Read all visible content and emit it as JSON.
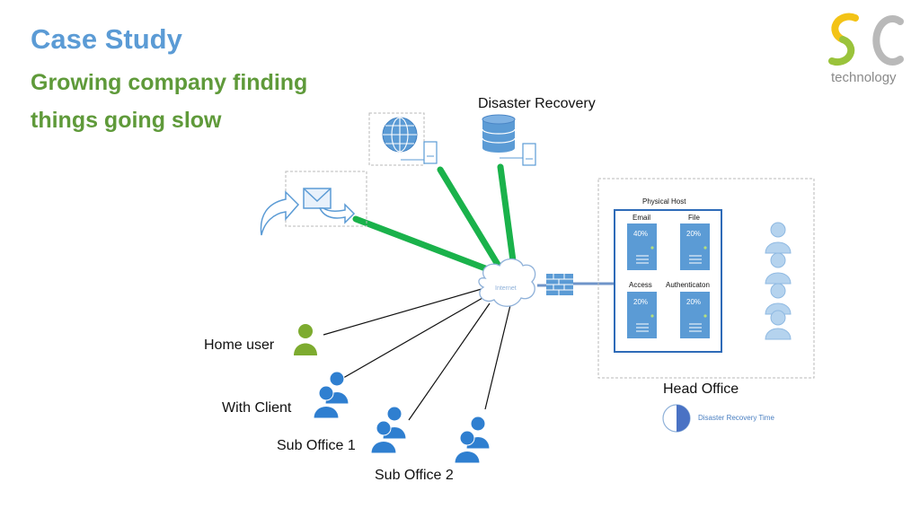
{
  "slide": {
    "title": "Case Study",
    "subtitle_line1": "Growing company finding",
    "subtitle_line2": "things going slow"
  },
  "logo": {
    "letters": "SC",
    "text": "technology",
    "colors": {
      "s_top": "#f3c316",
      "s_bottom": "#9ac33b",
      "c": "#b9b9b9"
    }
  },
  "diagram": {
    "disaster_recovery_label": "Disaster Recovery",
    "internet_label": "Internet",
    "home_user_label": "Home user",
    "with_client_label": "With Client",
    "sub_office_1_label": "Sub Office 1",
    "sub_office_2_label": "Sub Office 2",
    "head_office_label": "Head Office",
    "physical_host_label": "Physical Host",
    "servers": [
      {
        "name": "Email",
        "load": "40%"
      },
      {
        "name": "File",
        "load": "20%"
      },
      {
        "name": "Access",
        "load": "20%"
      },
      {
        "name": "Authenticaton",
        "load": "20%"
      }
    ],
    "legend_label": "Disaster Recovery Time",
    "legend_fill_fraction": 0.5,
    "colors": {
      "fast_link": "#1ab24b",
      "slow_link": "#111111",
      "server_blue": "#5b9bd5",
      "host_border": "#2e6bb8",
      "user_blue": "#2f7fd0",
      "home_user_green": "#7dab2f"
    }
  }
}
